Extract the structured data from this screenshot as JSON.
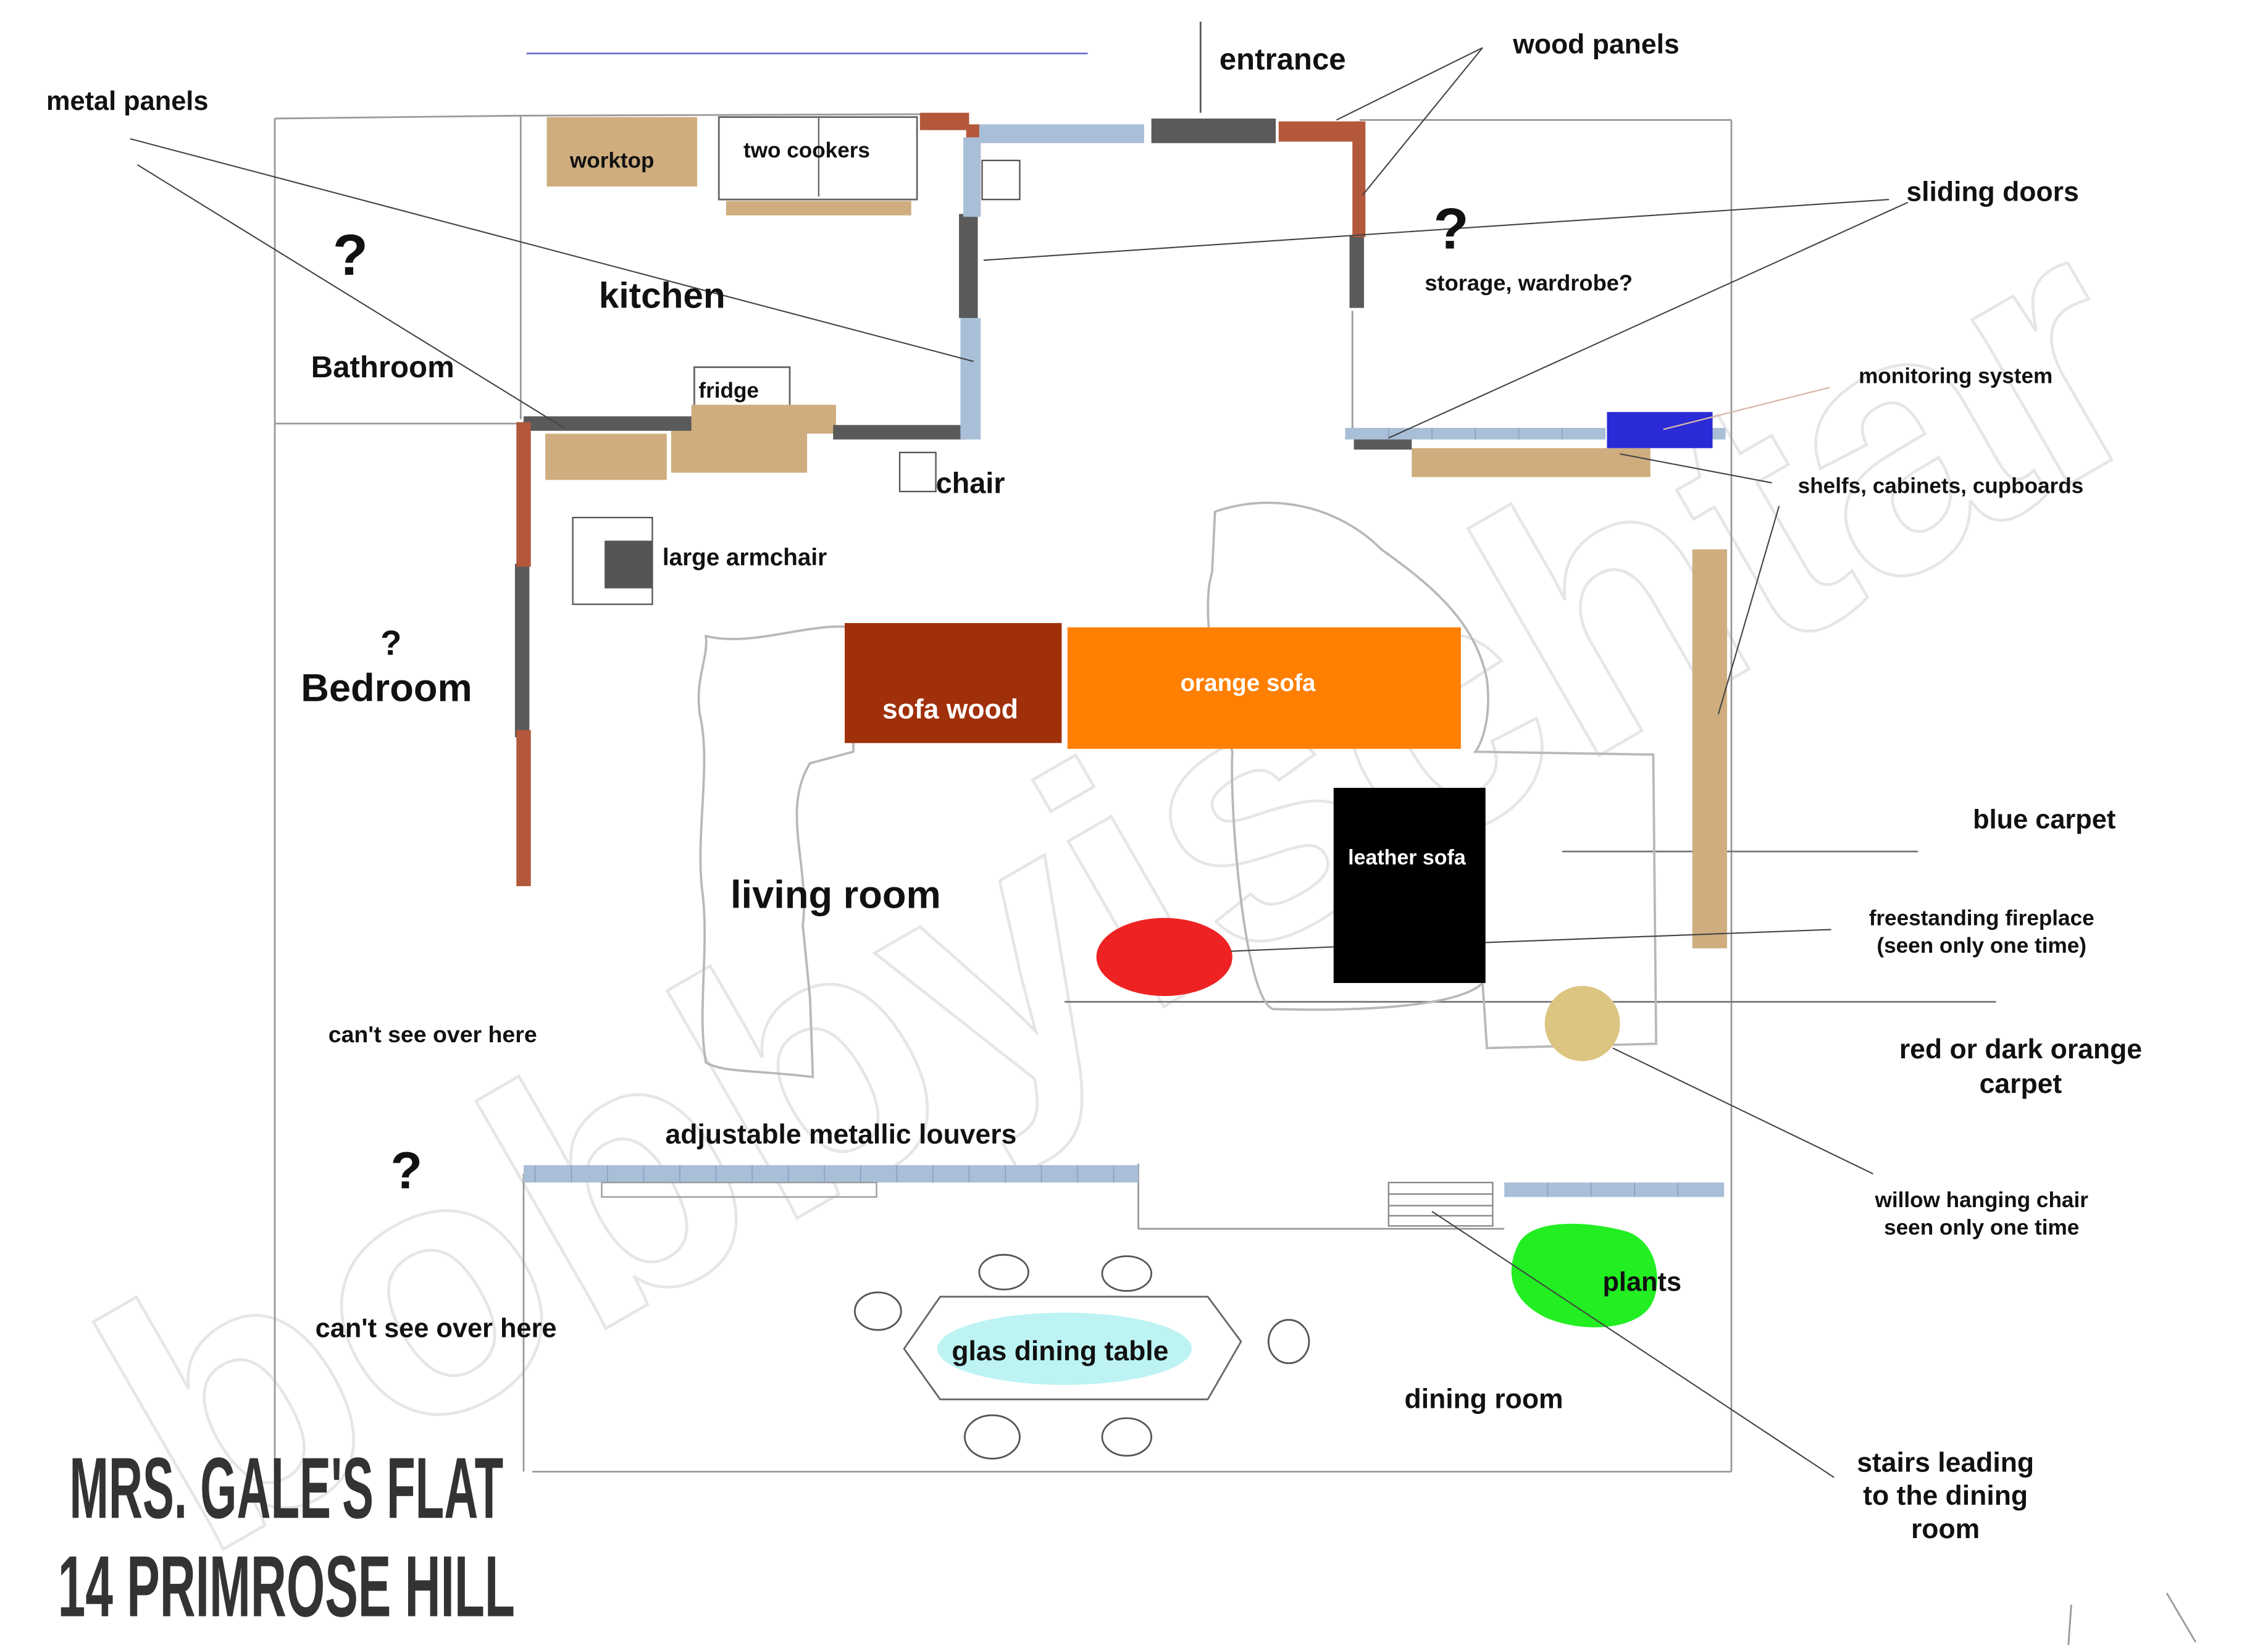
{
  "title": {
    "line1": "MRS. GALE'S FLAT",
    "line2": "14 PRIMROSE HILL"
  },
  "watermark": "bobbyischtar",
  "colors": {
    "wall_pencil": "#9a9a9a",
    "metal_panel": "#5a5a5a",
    "wood_panel": "#b3583b",
    "sliding_door": "#a9bfd8",
    "wood_furniture": "#cfad7f",
    "sofa_wood": "#a0300a",
    "orange_sofa": "#ff7f00",
    "leather_sofa": "#000000",
    "fireplace": "#ee2222",
    "hanging_chair": "#dcc581",
    "plants": "#22ee22",
    "monitoring_system": "#2a2ad6",
    "glass_table": "#bdf3f3"
  },
  "rooms": {
    "kitchen": "kitchen",
    "bathroom": "Bathroom",
    "bedroom": "Bedroom",
    "living_room": "living room",
    "dining_room": "dining room",
    "storage": "storage, wardrobe?"
  },
  "unknowns": {
    "q1": "?",
    "q2": "?",
    "q3": "?",
    "q4": "?"
  },
  "notes": {
    "cant_see_1": "can't see over here",
    "cant_see_2": "can't see over here"
  },
  "furniture": {
    "worktop": "worktop",
    "two_cookers": "two cookers",
    "fridge": "fridge",
    "chair": "chair",
    "large_armchair": "large armchair",
    "sofa_wood": "sofa wood",
    "orange_sofa": "orange sofa",
    "leather_sofa": "leather sofa",
    "glas_dining_table": "glas dining table",
    "plants": "plants"
  },
  "callouts": {
    "metal_panels": "metal panels",
    "entrance": "entrance",
    "wood_panels": "wood panels",
    "sliding_doors": "sliding doors",
    "monitoring_system": "monitoring system",
    "shelfs": "shelfs, cabinets, cupboards",
    "blue_carpet": "blue carpet",
    "fireplace_1": "freestanding fireplace",
    "fireplace_2": "(seen only one time)",
    "red_carpet_1": "red or dark orange",
    "red_carpet_2": "carpet",
    "willow_1": "willow hanging chair",
    "willow_2": "seen only one time",
    "louvers": "adjustable metallic louvers",
    "stairs_1": "stairs leading",
    "stairs_2": "to the dining",
    "stairs_3": "room"
  }
}
